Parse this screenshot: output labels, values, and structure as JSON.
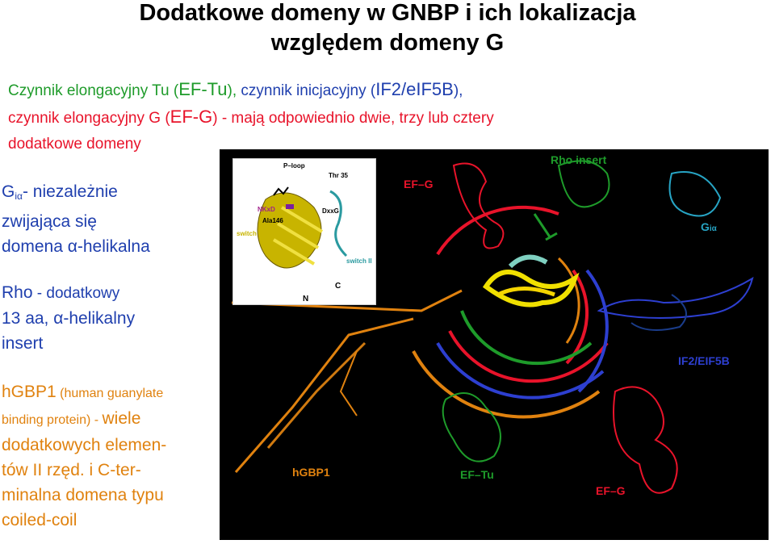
{
  "title": {
    "line1": "Dodatkowe domeny w GNBP i ich lokalizacja",
    "line2": "względem domeny G"
  },
  "intro": {
    "l1_a": "Czynnik elongacyjny Tu (",
    "l1_b": "EF-Tu",
    "l1_c": "), ",
    "l1_d": "czynnik inicjacyjny (",
    "l1_e": "IF2/eIF5B",
    "l1_f": "),",
    "l2_a": "czynnik elongacyjny G (",
    "l2_b": "EF-G",
    "l2_c": ") - mają odpowiednio dwie, trzy lub cztery",
    "l3": "dodatkowe domeny"
  },
  "gia": {
    "g": "G",
    "sub": "iα",
    "rest": "-  niezależnie",
    "line2": "zwijająca się",
    "line3": "domena α-helikalna"
  },
  "rho": {
    "line1_a": "Rho",
    "line1_b": " - dodatkowy",
    "line2": "13 aa, α-helikalny",
    "line3": "insert"
  },
  "hgbp": {
    "line1_a": "hGBP1",
    "line1_b": " (human guanylate",
    "line2_a": "binding protein) - ",
    "line2_b": "wiele",
    "line3": "dodatkowych elemen-",
    "line4": "tów II rzęd. i C-ter-",
    "line5": "minalna domena typu",
    "line6": "coiled-coil"
  },
  "inset": {
    "ploop": "P–loop",
    "thr": "Thr 35",
    "nkxd": "NKxD",
    "ala": "Ala146",
    "dxxg": "DxxG",
    "switch1": "switch I",
    "switch2": "switch II",
    "n": "N",
    "c": "C"
  },
  "figure": {
    "ef_g_top": "EF–G",
    "rho_insert": "Rho insert",
    "gia_main": "G",
    "gia_sub": "iα",
    "if2": "IF2/EIF5B",
    "hgbp1": "hGBP1",
    "ef_tu": "EF–Tu",
    "ef_g_bottom": "EF–G"
  },
  "colors": {
    "green": "#1e9b2a",
    "blue": "#1f3fae",
    "red": "#e8132a",
    "orange": "#e0820f"
  }
}
